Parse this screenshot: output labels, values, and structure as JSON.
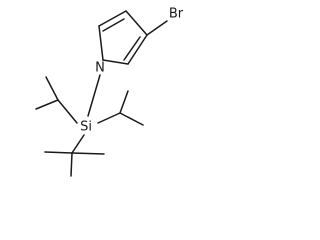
{
  "molecule": {
    "atoms": {
      "bromine": "Br",
      "nitrogen": "N",
      "silicon": "Si"
    }
  }
}
